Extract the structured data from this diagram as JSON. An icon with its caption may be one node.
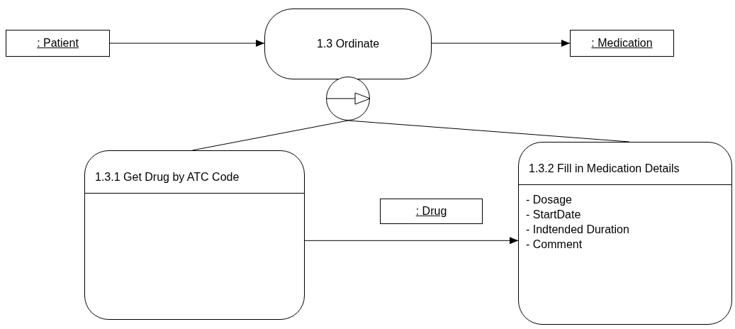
{
  "diagram": {
    "nodes": [
      {
        "text": [
          ": Patient"
        ]
      },
      {
        "text": [
          "1.3 Ordinate"
        ]
      },
      {
        "text": [
          ": Medication"
        ]
      },
      {
        "text": [],
        "shape": "circle"
      },
      {
        "text": [
          "1.3.1 Get Drug by ATC Code"
        ]
      },
      {
        "text": [
          "1.3.2 Fill in Medication Details",
          "- Dosage",
          "- StartDate",
          "- Indtended Duration",
          "- Comment"
        ]
      },
      {
        "text": [
          ": Drug"
        ]
      }
    ],
    "edges": [
      {
        "from": 0,
        "to": 1,
        "arrow": "to"
      },
      {
        "from": 1,
        "to": 2,
        "arrow": "to"
      },
      {
        "from": 3,
        "to": 4,
        "arrow": "none"
      },
      {
        "from": 3,
        "to": 5,
        "arrow": "none"
      },
      {
        "from": 4,
        "to": 5,
        "arrow": "to"
      }
    ]
  }
}
